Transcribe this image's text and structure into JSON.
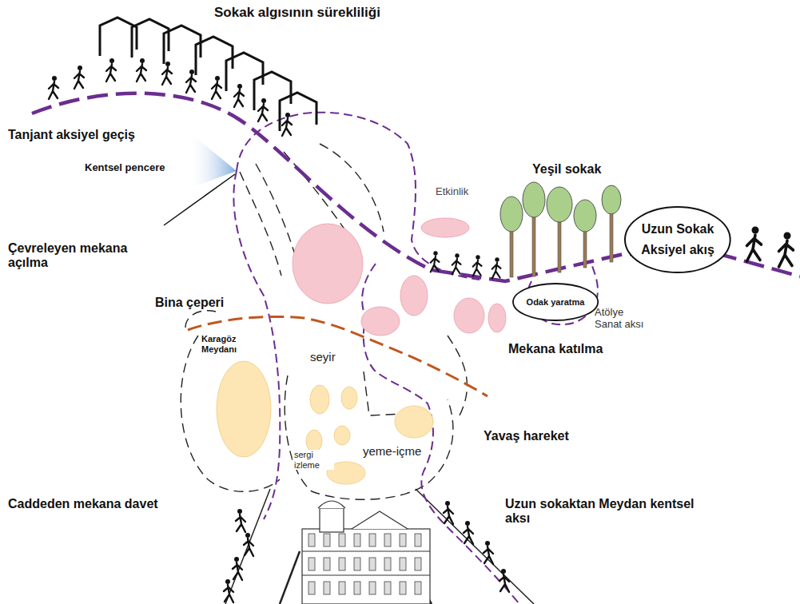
{
  "diagram": {
    "nodes": [
      {
        "text": [
          "Uzun Sokak",
          "Aksiyel akış"
        ]
      },
      {
        "text": [
          "Odak yaratma"
        ]
      }
    ],
    "labels": [
      "Sokak algısının sürekliliği",
      "Tanjant aksiyel geçiş",
      "Kentsel pencere",
      "Çevreleyen mekana açılma",
      "Bina çeperi",
      "Karagöz Meydanı",
      "seyir",
      "sergi izleme",
      "yeme-içme",
      "Caddeden mekana davet",
      "Etkinlik",
      "Yeşil sokak",
      "Atölye Sanat aksı",
      "Mekana katılma",
      "Yavaş hareket",
      "Uzun sokaktan Meydan kentsel aksı"
    ]
  }
}
